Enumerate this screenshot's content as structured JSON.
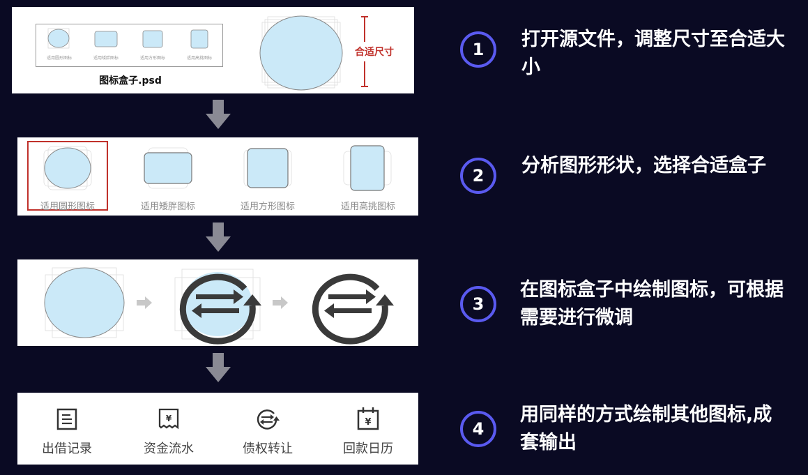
{
  "panel1": {
    "mini_labels": [
      "适用圆形图标",
      "适用矮胖图标",
      "适用方形图标",
      "适用高挑图标"
    ],
    "filename": "图标盒子.psd",
    "size_label": "合适尺寸"
  },
  "panel2": {
    "labels": [
      "适用圆形图标",
      "适用矮胖图标",
      "适用方形图标",
      "适用高挑图标"
    ]
  },
  "panel4": {
    "labels": [
      "出借记录",
      "资金流水",
      "债权转让",
      "回款日历"
    ]
  },
  "steps": [
    {
      "number": "1",
      "text": "打开源文件，调整尺寸至合适大小"
    },
    {
      "number": "2",
      "text": "分析图形形状，选择合适盒子"
    },
    {
      "number": "3",
      "text": "在图标盒子中绘制图标，可根据需要进行微调"
    },
    {
      "number": "4",
      "text": "用同样的方式绘制其他图标,成套输出"
    }
  ],
  "colors": {
    "background": "#0a0a23",
    "step_circle": "#5a5af0",
    "shape_fill": "#cbe9f8",
    "highlight": "#c0312b",
    "icon_dark": "#3a3a3a"
  },
  "icons": {
    "bottom": [
      "document-lines-icon",
      "receipt-yen-icon",
      "exchange-icon",
      "calendar-yen-icon"
    ]
  }
}
